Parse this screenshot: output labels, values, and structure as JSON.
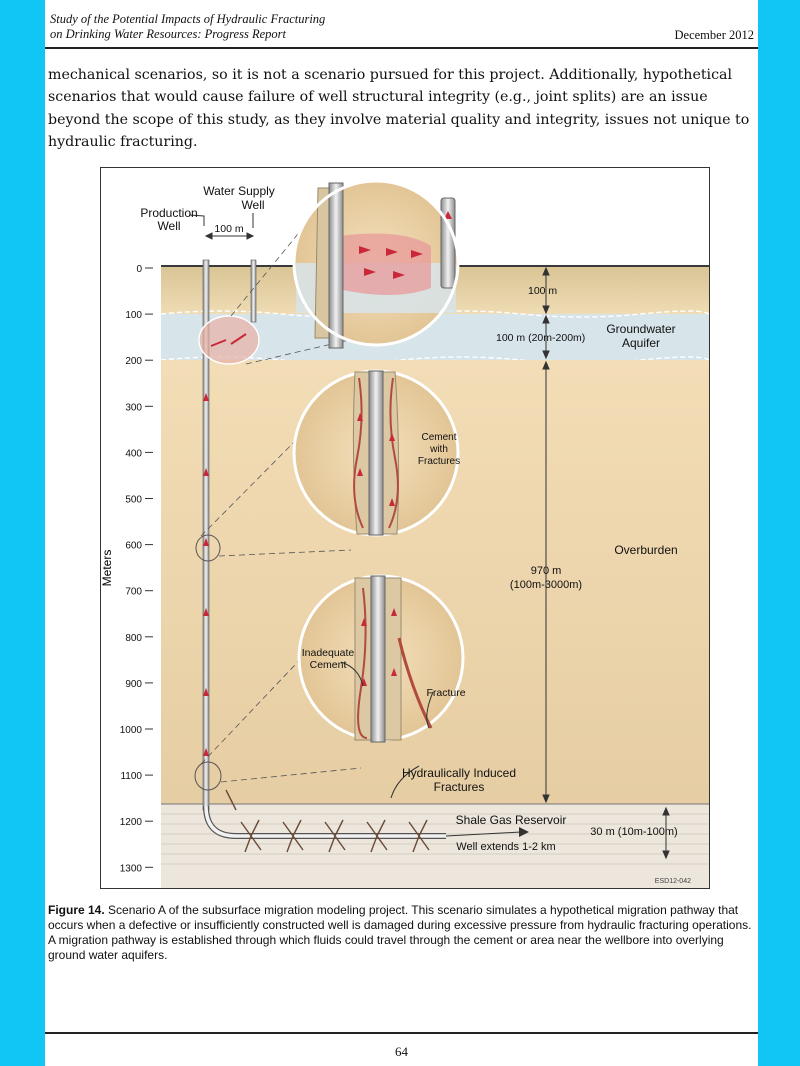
{
  "header": {
    "title_line1": "Study of the Potential Impacts of Hydraulic Fracturing",
    "title_line2": "on Drinking Water Resources: Progress Report",
    "date": "December 2012"
  },
  "body_text": "mechanical scenarios, so it is not a scenario pursued for this project. Additionally, hypothetical scenarios that would cause failure of well structural integrity (e.g., joint splits) are an issue beyond the scope of this study, as they involve material quality and integrity, issues not unique to hydraulic fracturing.",
  "figure": {
    "y_axis_label": "Meters",
    "depth_ticks": [
      "0",
      "100",
      "200",
      "300",
      "400",
      "500",
      "600",
      "700",
      "800",
      "900",
      "1000",
      "1100",
      "1200",
      "1300"
    ],
    "labels": {
      "water_supply_well": [
        "Water Supply",
        "Well"
      ],
      "production_well": [
        "Production",
        "Well"
      ],
      "spacing": "100 m",
      "dist_100m": "100 m",
      "aquifer_thickness": "100 m (20m-200m)",
      "groundwater_aquifer": [
        "Groundwater",
        "Aquifer"
      ],
      "cement_fractures": [
        "Cement",
        "with",
        "Fractures"
      ],
      "overburden": "Overburden",
      "overburden_thickness": [
        "970 m",
        "(100m-3000m)"
      ],
      "inadequate_cement": [
        "Inadequate",
        "Cement"
      ],
      "fracture": "Fracture",
      "hydraulically_induced": [
        "Hydraulically Induced",
        "Fractures"
      ],
      "shale_reservoir": "Shale Gas Reservoir",
      "reservoir_thickness": "30 m (10m-100m)",
      "well_extends": "Well extends 1-2 km",
      "figure_id": "ESD12-042"
    },
    "colors": {
      "soil": "#e8d2a5",
      "aquifer": "#d7e4ea",
      "overburden": "#ecd4ab",
      "shale": "#ece6dc",
      "plume": "#e79a9a",
      "arrow": "#c8283a"
    }
  },
  "caption": {
    "label": "Figure 14.",
    "text": " Scenario A of the subsurface migration modeling project. This scenario simulates a hypothetical migration pathway that occurs when a defective or insufficiently constructed well is damaged during excessive pressure from hydraulic fracturing operations. A migration pathway is established through which fluids could travel through the cement or area near the wellbore into overlying ground water aquifers."
  },
  "page_number": "64"
}
